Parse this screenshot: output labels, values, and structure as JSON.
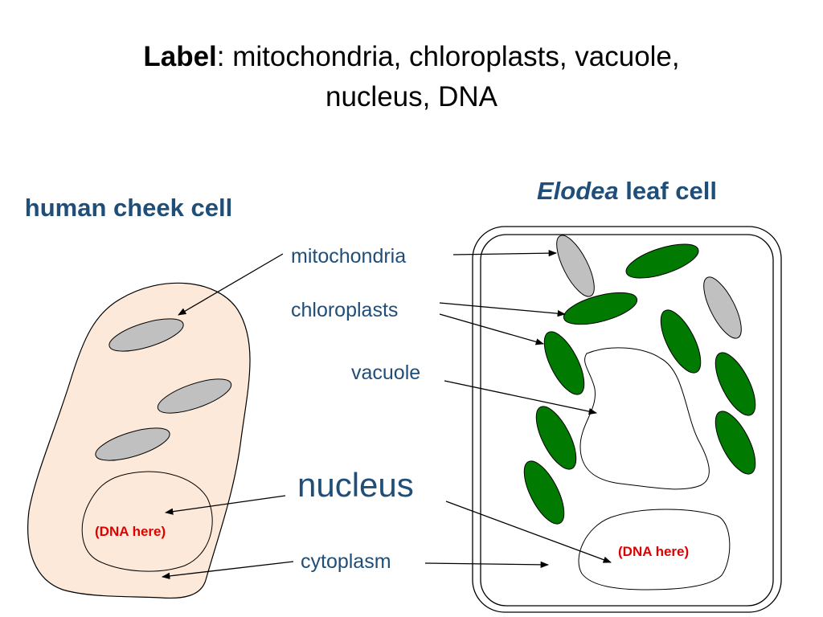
{
  "title": {
    "bold": "Label",
    "rest_line1": ": mitochondria, chloroplasts, vacuole,",
    "line2": "nucleus, DNA"
  },
  "cheek_cell": {
    "heading": "human cheek cell",
    "dna_label": "(DNA here)"
  },
  "elodea_cell": {
    "heading_italic": "Elodea",
    "heading_rest": " leaf cell",
    "dna_label": "(DNA here)"
  },
  "labels": {
    "mitochondria": "mitochondria",
    "chloroplasts": "chloroplasts",
    "vacuole": "vacuole",
    "nucleus": "nucleus",
    "cytoplasm": "cytoplasm"
  },
  "colors": {
    "heading_blue": "#1f4e79",
    "cheek_fill": "#fde9d9",
    "mitochondria_fill": "#c0c0c0",
    "chloroplast_fill": "#007a00",
    "dna_red": "#e00000"
  }
}
